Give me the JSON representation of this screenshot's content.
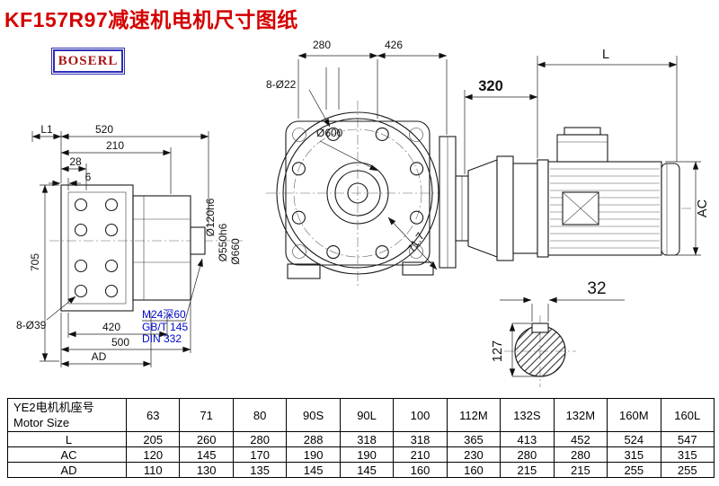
{
  "page": {
    "title": "KF157R97减速机电机尺寸图纸",
    "logo_text": "BOSERL"
  },
  "left_view": {
    "dim_l1": "L1",
    "dim_520": "520",
    "dim_210": "210",
    "dim_28": "28",
    "dim_6": "6",
    "dim_705": "705",
    "dim_bolt_holes": "8-Ø39",
    "dim_420": "420",
    "dim_500": "500",
    "dim_ad": "AD",
    "dim_shaft_dia": "Ø120h6",
    "dim_spigot_dia": "Ø550h6",
    "dim_flange_dia": "Ø660",
    "note_thread": "M24深60",
    "note_std1": "GB/T 145",
    "note_std2": "DIN 332"
  },
  "front_view": {
    "dim_280": "280",
    "dim_426": "426",
    "dim_bolt_holes": "8-Ø22",
    "dim_flange_dia": "Ø600",
    "dim_diag": "71.7"
  },
  "motor_view": {
    "dim_320": "320",
    "dim_l": "L",
    "dim_ac": "AC"
  },
  "shaft_view": {
    "dim_32": "32",
    "dim_127": "127"
  },
  "table": {
    "header_cn": "YE2电机机座号",
    "header_en": "Motor Size",
    "sizes": [
      "63",
      "71",
      "80",
      "90S",
      "90L",
      "100",
      "112M",
      "132S",
      "132M",
      "160M",
      "160L"
    ],
    "rows": [
      {
        "label": "L",
        "values": [
          "205",
          "260",
          "280",
          "288",
          "318",
          "318",
          "365",
          "413",
          "452",
          "524",
          "547"
        ]
      },
      {
        "label": "AC",
        "values": [
          "120",
          "145",
          "170",
          "190",
          "190",
          "210",
          "230",
          "280",
          "280",
          "315",
          "315"
        ]
      },
      {
        "label": "AD",
        "values": [
          "110",
          "130",
          "135",
          "145",
          "145",
          "160",
          "160",
          "215",
          "215",
          "255",
          "255"
        ]
      }
    ]
  }
}
